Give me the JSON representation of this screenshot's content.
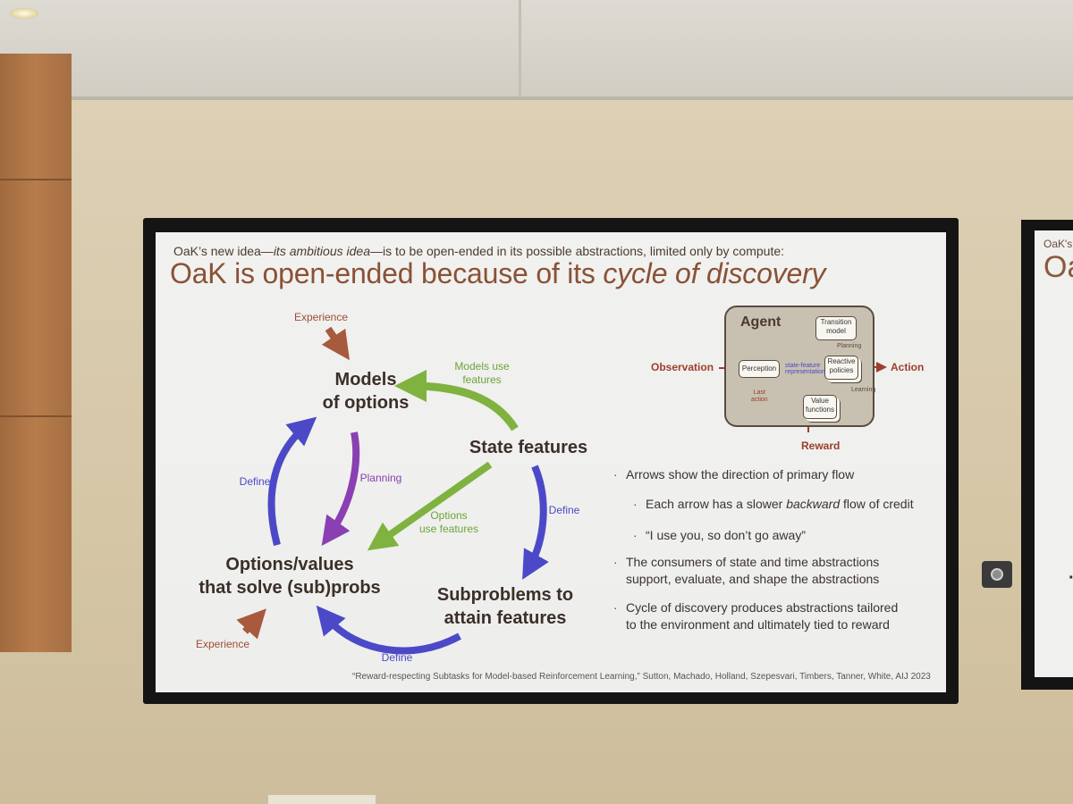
{
  "slide": {
    "subtitle_pre": "OaK’s new idea—",
    "subtitle_em": "its ambitious idea",
    "subtitle_post": "—is to be open-ended in its possible abstractions, limited only by compute:",
    "title_pre": "OaK is open-ended because of its ",
    "title_em": "cycle of discovery",
    "cycle": {
      "models_of_options": [
        "Models",
        "of options"
      ],
      "state_features": "State features",
      "subproblems": [
        "Subproblems to",
        "attain features"
      ],
      "options_values": [
        "Options/values",
        "that solve (sub)probs"
      ],
      "experience_top": "Experience",
      "experience_bottom": "Experience",
      "models_use_features": [
        "Models use",
        "features"
      ],
      "options_use_features": [
        "Options",
        "use features"
      ],
      "planning": "Planning",
      "define_left": "Define",
      "define_right": "Define",
      "define_bottom": "Define"
    },
    "agent_diagram": {
      "agent": "Agent",
      "observation": "Observation",
      "action": "Action",
      "reward": "Reward",
      "perception": "Perception",
      "transition_model": [
        "Transition",
        "model"
      ],
      "reactive_policies": [
        "Reactive",
        "policies"
      ],
      "value_functions": [
        "Value",
        "functions"
      ],
      "planning": "Planning",
      "learning": "Learning",
      "state_feature_rep": [
        "state-feature",
        "representation"
      ],
      "last_action": [
        "Last",
        "action"
      ]
    },
    "bullets": [
      {
        "text_pre": "Arrows show the direction of primary flow",
        "em": "",
        "text_post": ""
      },
      {
        "text_pre": "Each arrow has a slower ",
        "em": "backward",
        "text_post": " flow of credit"
      },
      {
        "text_pre": "“I use you, so don’t go away”",
        "em": "",
        "text_post": ""
      },
      {
        "line1": "The consumers of state and time abstractions",
        "line2": "support, evaluate, and shape the abstractions"
      },
      {
        "line1": "Cycle of discovery produces abstractions tailored",
        "line2": "to the environment and ultimately tied to reward"
      }
    ],
    "citation": "“Reward-respecting Subtasks for Model-based Reinforcement Learning,” Sutton, Machado, Holland, Szepesvari, Timbers, Tanner, White, AIJ 2023"
  },
  "side_slide": {
    "subtitle": "OaK's",
    "title": "Oa"
  },
  "colors": {
    "title_brown": "#8a5236",
    "green": "#7fb23f",
    "purple": "#8a3fb3",
    "blue": "#4c49c8",
    "brown_arrow": "#a85a3e",
    "wall": "#d8c9ab"
  }
}
